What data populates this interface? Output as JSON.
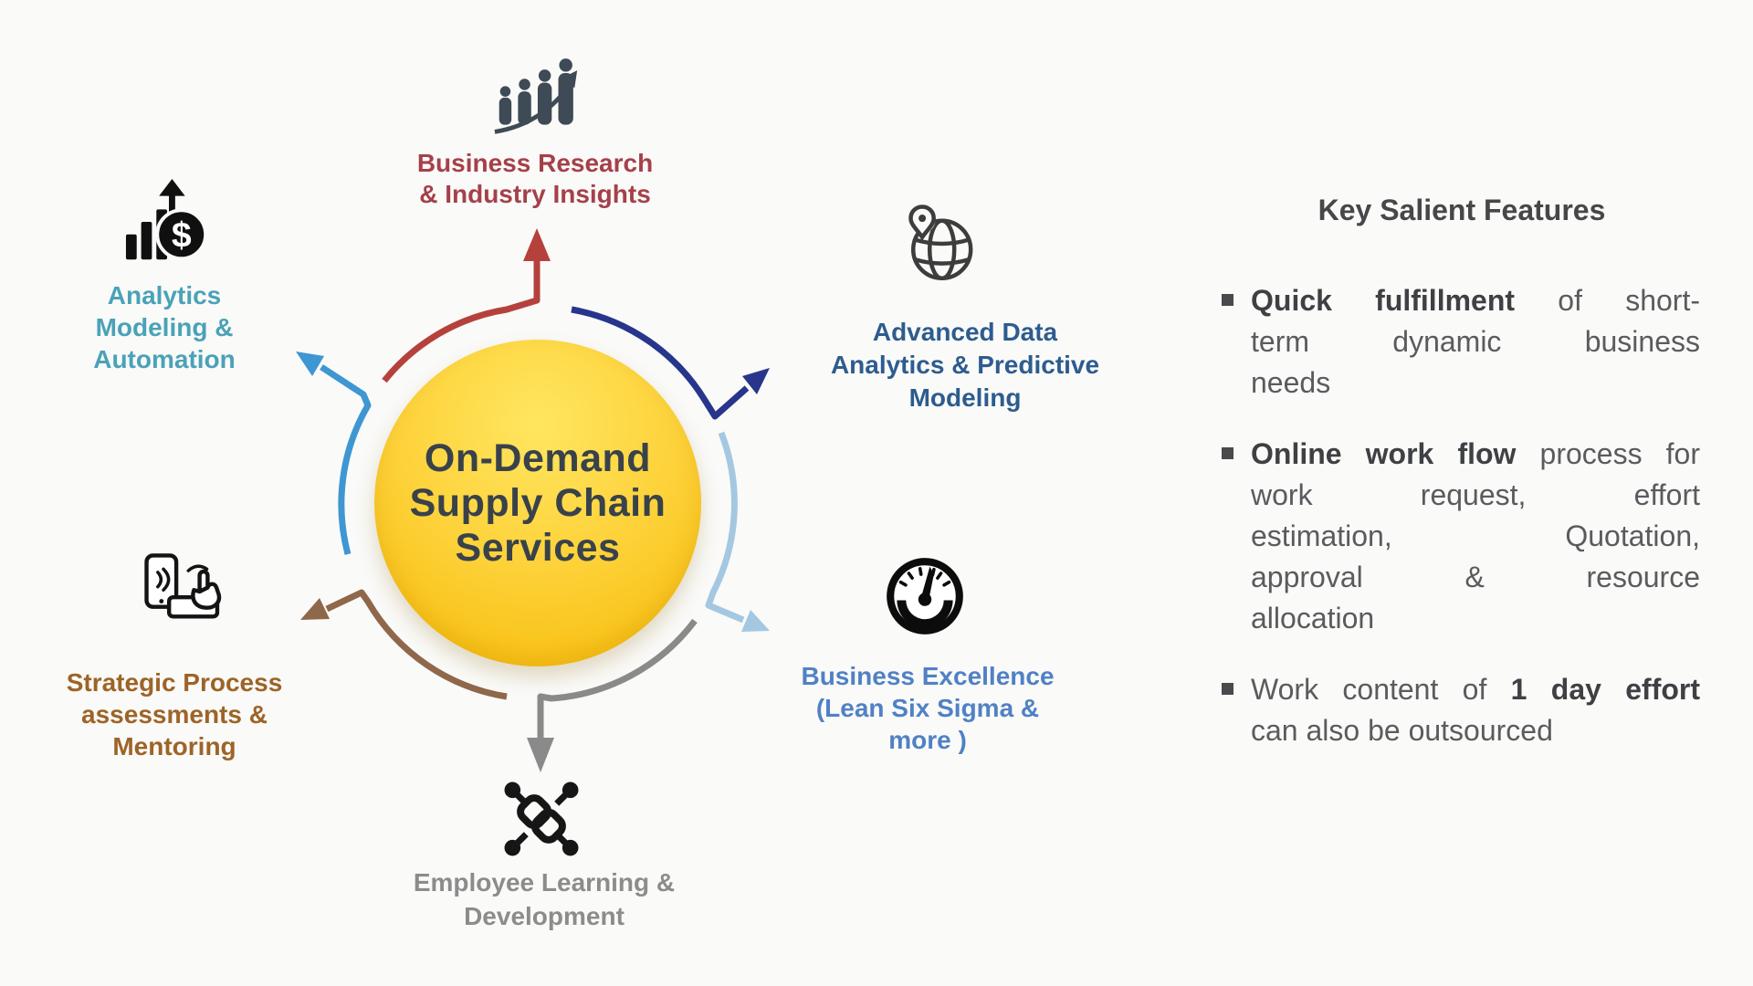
{
  "background": "#fafaf8",
  "hub": {
    "label": "On-Demand\nSupply Chain\nServices",
    "fill_top": "#ffe660",
    "fill_mid": "#fdd23a",
    "fill_bottom": "#f7ba05",
    "text_color": "#39424a"
  },
  "nodes": [
    {
      "id": "business-research",
      "label": "Business Research\n& Industry Insights",
      "label_color": "#a5404a",
      "arrow_color": "#b5413d",
      "icon": "people-growth-icon"
    },
    {
      "id": "advanced-data-analytics",
      "label": "Advanced Data\nAnalytics & Predictive\nModeling",
      "label_color": "#2d5c8f",
      "arrow_color": "#27358c",
      "icon": "globe-pin-icon"
    },
    {
      "id": "business-excellence",
      "label": "Business Excellence\n(Lean Six Sigma &\nmore )",
      "label_color": "#5081c5",
      "arrow_color": "#a4c8e2",
      "icon": "gauge-icon"
    },
    {
      "id": "employee-learning",
      "label": "Employee Learning &\nDevelopment",
      "label_color": "#8c8c8c",
      "arrow_color": "#8a8a8a",
      "icon": "linked-people-icon"
    },
    {
      "id": "strategic-process",
      "label": "Strategic Process\nassessments &\nMentoring",
      "label_color": "#9d6427",
      "arrow_color": "#8f674a",
      "icon": "phone-hand-icon"
    },
    {
      "id": "analytics-modeling",
      "label": "Analytics\nModeling &\nAutomation",
      "label_color": "#4aa2b8",
      "arrow_color": "#3e96d2",
      "icon": "bar-chart-dollar-icon"
    }
  ],
  "features": {
    "title": "Key Salient Features",
    "title_color": "#47474a",
    "text_color": "#5b5b5f",
    "bold_color": "#3f4044",
    "bullet_color": "#4a4a4c",
    "bullets": [
      {
        "lines": [
          {
            "justify": true,
            "words": [
              {
                "t": "Quick",
                "b": true
              },
              {
                "t": "fulfillment",
                "b": true
              },
              {
                "t": "of"
              },
              {
                "t": "short-"
              }
            ]
          },
          {
            "justify": true,
            "words": [
              {
                "t": "term"
              },
              {
                "t": "dynamic"
              },
              {
                "t": "business"
              }
            ]
          },
          {
            "words": [
              {
                "t": "needs"
              }
            ]
          }
        ]
      },
      {
        "lines": [
          {
            "justify": true,
            "words": [
              {
                "t": "Online",
                "b": true
              },
              {
                "t": "work",
                "b": true
              },
              {
                "t": "flow",
                "b": true
              },
              {
                "t": "process"
              },
              {
                "t": "for"
              }
            ]
          },
          {
            "justify": true,
            "words": [
              {
                "t": "work"
              },
              {
                "t": "request,"
              },
              {
                "t": "effort"
              }
            ]
          },
          {
            "justify": true,
            "words": [
              {
                "t": "estimation,"
              },
              {
                "t": "Quotation,"
              }
            ]
          },
          {
            "justify": true,
            "words": [
              {
                "t": "approval"
              },
              {
                "t": "&"
              },
              {
                "t": "resource"
              }
            ]
          },
          {
            "words": [
              {
                "t": "allocation"
              }
            ]
          }
        ]
      },
      {
        "lines": [
          {
            "justify": true,
            "words": [
              {
                "t": "Work"
              },
              {
                "t": "content"
              },
              {
                "t": "of"
              },
              {
                "t": "1",
                "b": true
              },
              {
                "t": "day",
                "b": true
              },
              {
                "t": "effort",
                "b": true
              }
            ]
          },
          {
            "words": [
              {
                "t": "can"
              },
              {
                "t": "also"
              },
              {
                "t": "be"
              },
              {
                "t": "outsourced"
              }
            ]
          }
        ]
      }
    ]
  }
}
